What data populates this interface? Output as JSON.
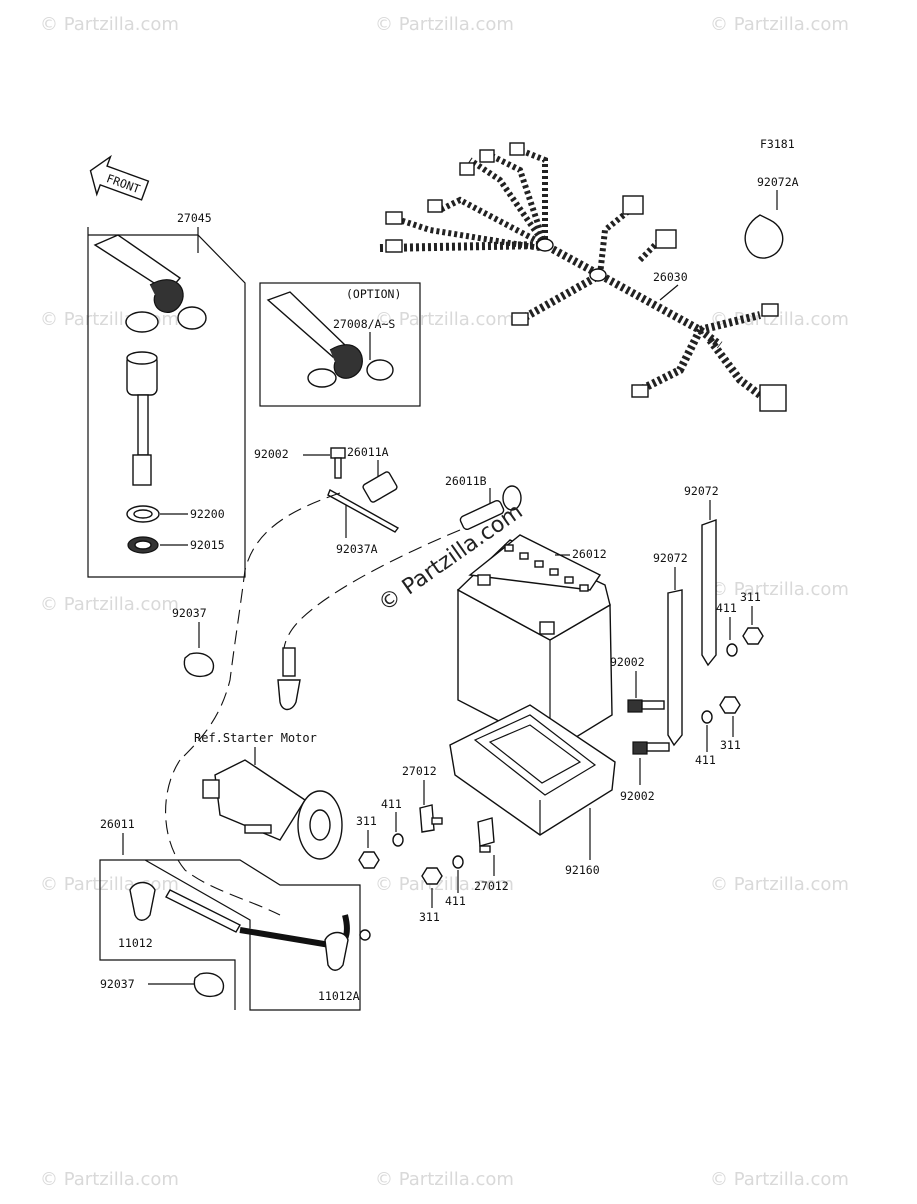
{
  "diagram": {
    "code": "F3181",
    "front_label": "FRONT",
    "option_label": "(OPTION)",
    "ref_label": "Ref.Starter Motor",
    "watermark": "© Partzilla.com",
    "watermark_center": "© Partzilla.com"
  },
  "parts": {
    "p27045": "27045",
    "p27008": "27008/A~S",
    "p92200": "92200",
    "p92015": "92015",
    "p92072A": "92072A",
    "p26030": "26030",
    "p26011A": "26011A",
    "p92002a": "92002",
    "p92037A": "92037A",
    "p26011B": "26011B",
    "p26012": "26012",
    "p92072a": "92072",
    "p92072b": "92072",
    "p411a": "411",
    "p311a": "311",
    "p92002b": "92002",
    "p411b": "411",
    "p311b": "311",
    "p92002c": "92002",
    "p92037a": "92037",
    "p27012a": "27012",
    "p411c": "411",
    "p311c": "311",
    "p27012b": "27012",
    "p411d": "411",
    "p311d": "311",
    "p92160": "92160",
    "p26011": "26011",
    "p11012": "11012",
    "p92037b": "92037",
    "p11012A": "11012A"
  }
}
